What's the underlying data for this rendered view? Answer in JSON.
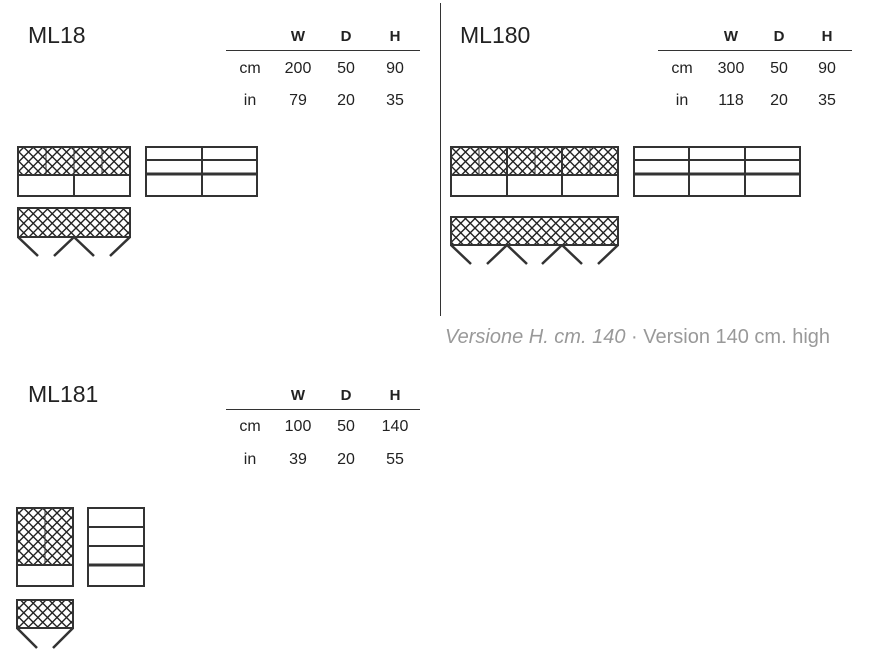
{
  "headers": {
    "w": "W",
    "d": "D",
    "h": "H"
  },
  "models": [
    {
      "name": "ML18",
      "rows": [
        {
          "unit": "cm",
          "w": "200",
          "d": "50",
          "h": "90"
        },
        {
          "unit": "in",
          "w": "79",
          "d": "20",
          "h": "35"
        }
      ]
    },
    {
      "name": "ML180",
      "rows": [
        {
          "unit": "cm",
          "w": "300",
          "d": "50",
          "h": "90"
        },
        {
          "unit": "in",
          "w": "118",
          "d": "20",
          "h": "35"
        }
      ]
    },
    {
      "name": "ML181",
      "rows": [
        {
          "unit": "cm",
          "w": "100",
          "d": "50",
          "h": "140"
        },
        {
          "unit": "in",
          "w": "39",
          "d": "20",
          "h": "55"
        }
      ]
    }
  ],
  "caption": {
    "italian": "Versione H. cm. 140",
    "separator": " · ",
    "english": "Version 140 cm. high"
  }
}
